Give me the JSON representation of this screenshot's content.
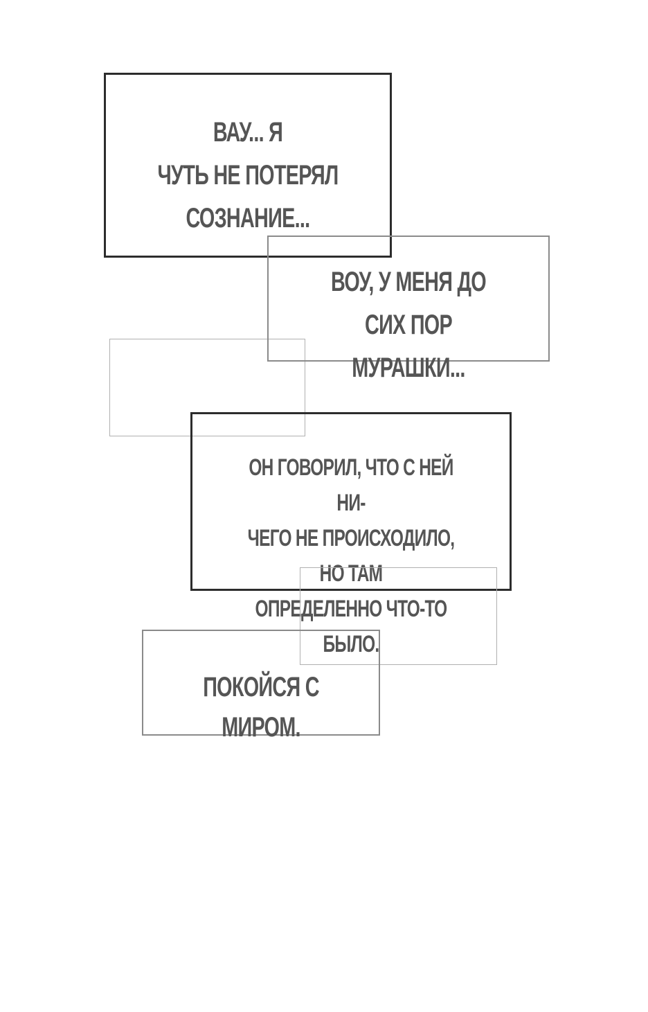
{
  "panels": {
    "box1": {
      "lines": [
        "ВАУ... Я",
        "ЧУТЬ НЕ ПОТЕРЯЛ",
        "СОЗНАНИЕ..."
      ]
    },
    "box2": {
      "lines": [
        "ВОУ, У МЕНЯ ДО",
        "СИХ ПОР МУРАШКИ..."
      ]
    },
    "box4": {
      "lines": [
        "ОН ГОВОРИЛ, ЧТО С НЕЙ НИ-",
        "ЧЕГО НЕ ПРОИСХОДИЛО, НО ТАМ",
        "ОПРЕДЕЛЕННО ЧТО-ТО БЫЛО."
      ]
    },
    "box6": {
      "lines": [
        "ПОКОЙСЯ С МИРОМ."
      ]
    }
  }
}
